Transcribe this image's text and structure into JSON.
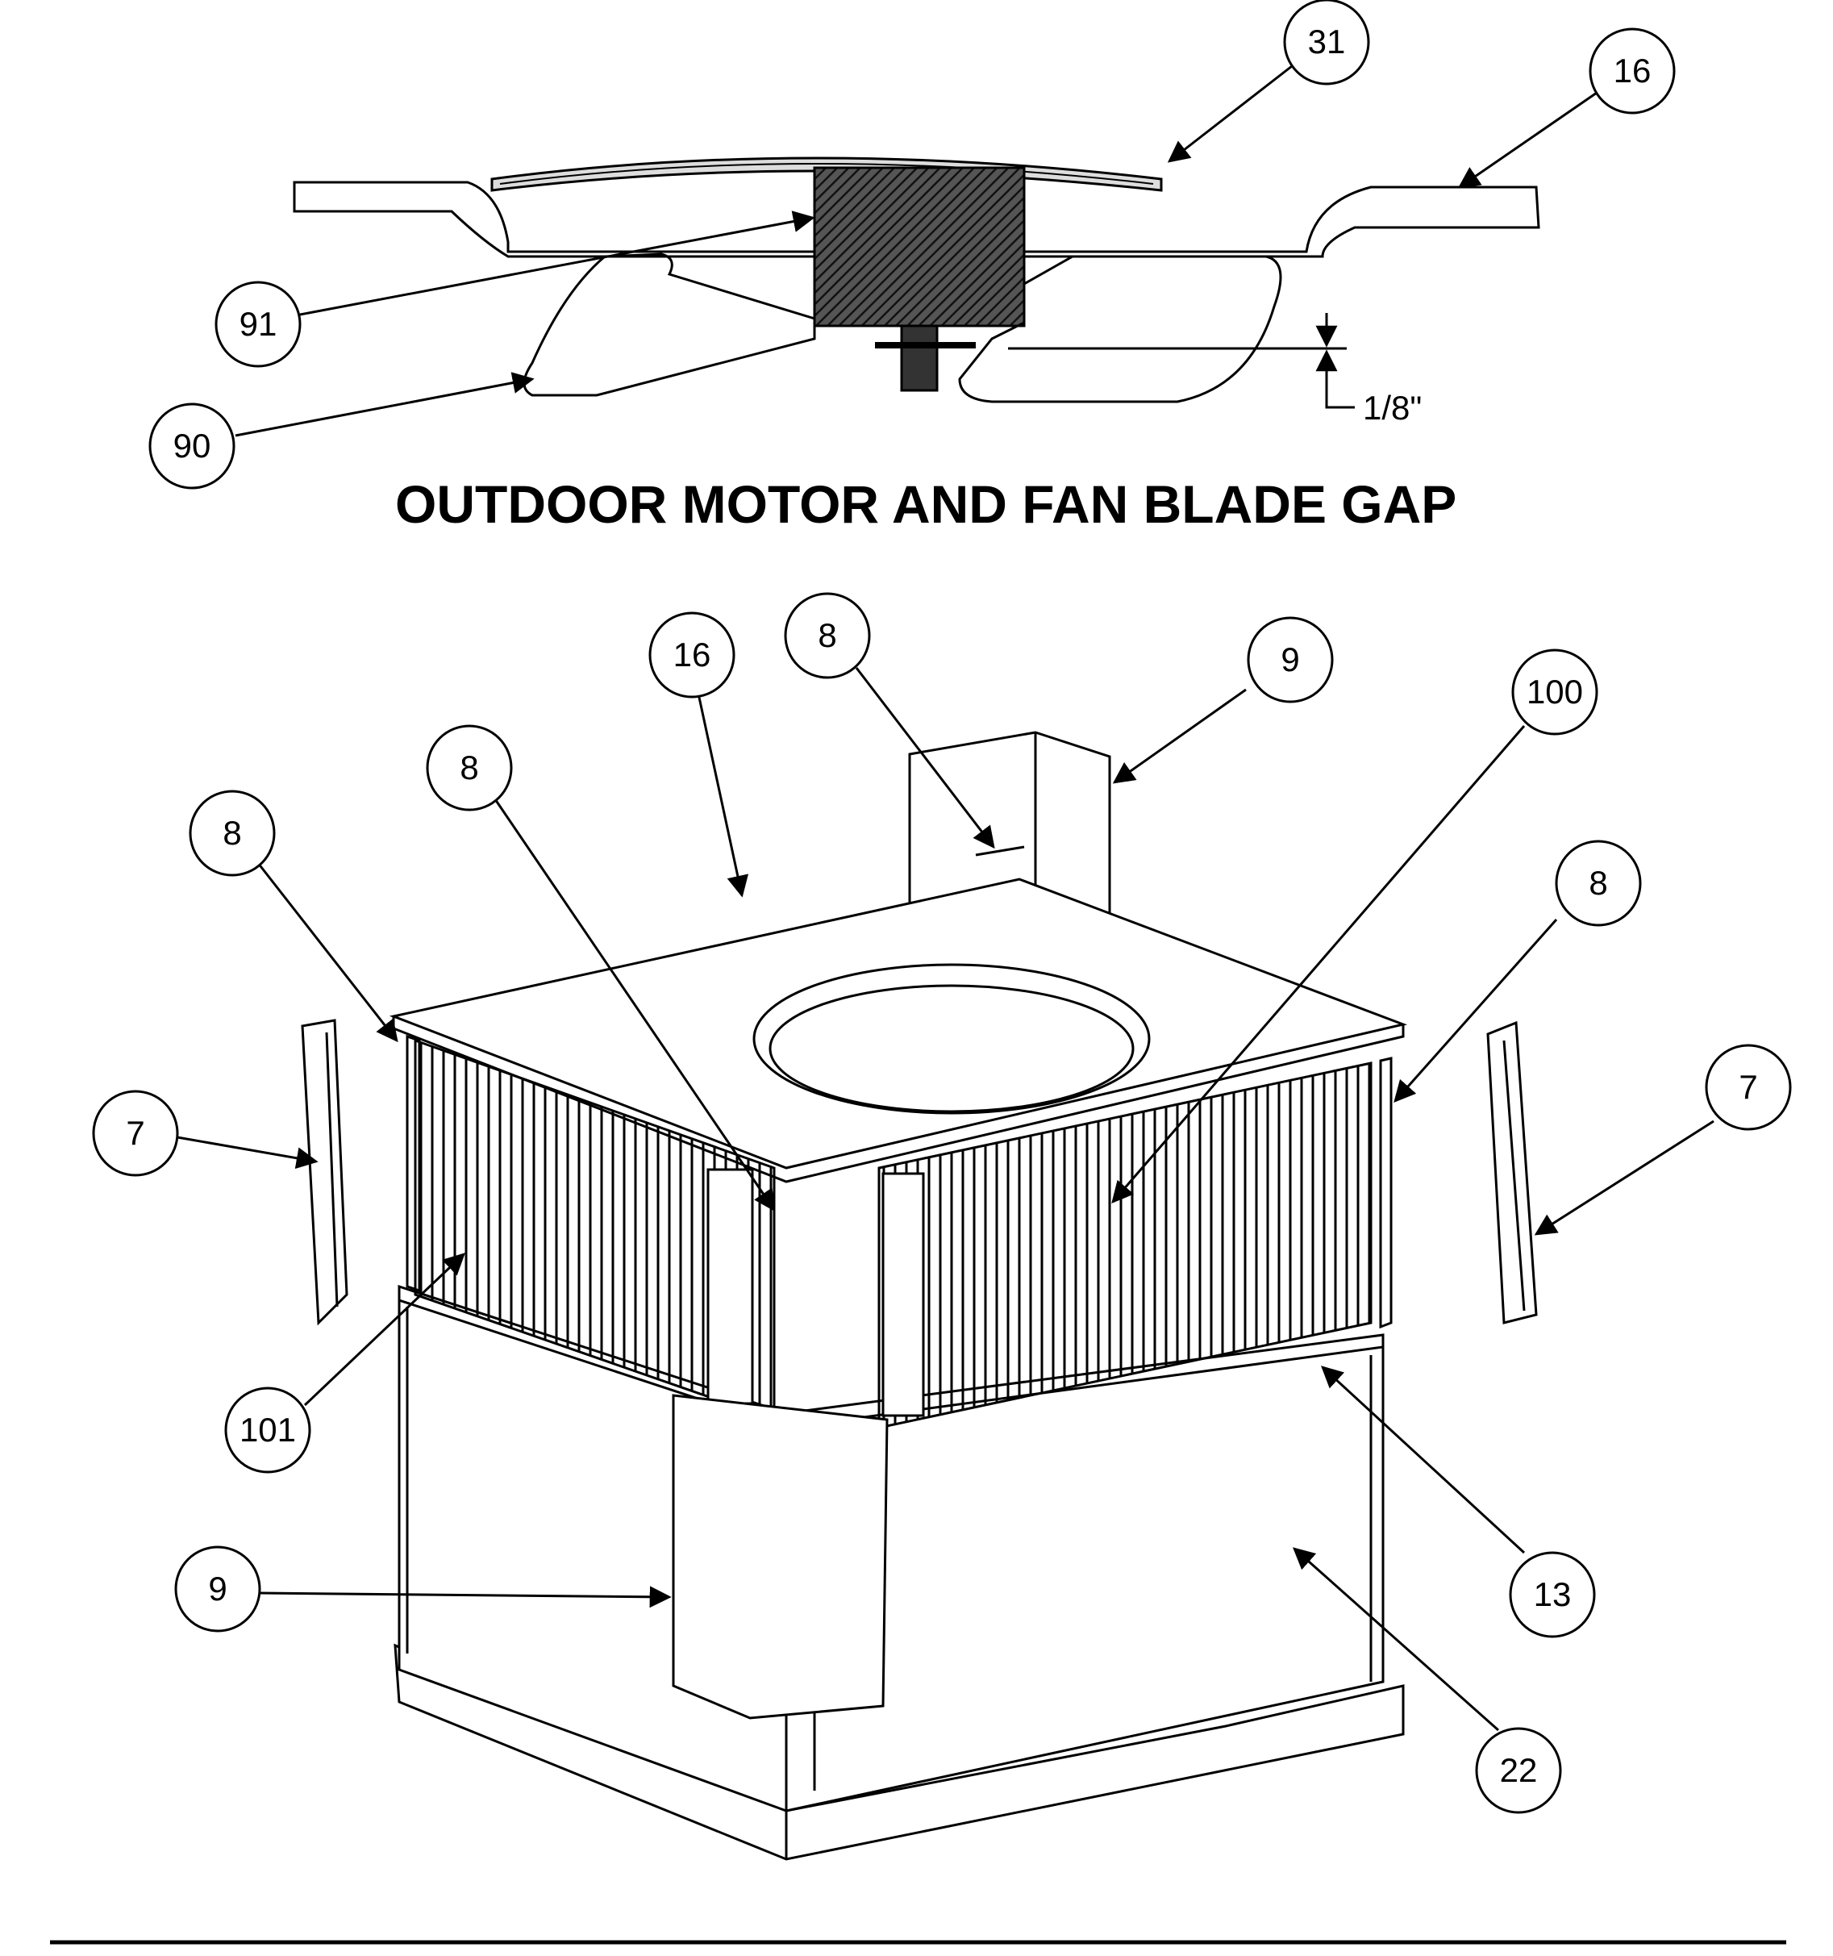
{
  "title": "OUTDOOR MOTOR AND FAN BLADE GAP",
  "dimension": "1/8\"",
  "callouts": [
    {
      "id": "c-31-top",
      "label": "31"
    },
    {
      "id": "c-16-top",
      "label": "16"
    },
    {
      "id": "c-91",
      "label": "91"
    },
    {
      "id": "c-90",
      "label": "90"
    },
    {
      "id": "c-16",
      "label": "16"
    },
    {
      "id": "c-8-a",
      "label": "8"
    },
    {
      "id": "c-9-top",
      "label": "9"
    },
    {
      "id": "c-100",
      "label": "100"
    },
    {
      "id": "c-8-b",
      "label": "8"
    },
    {
      "id": "c-8-c",
      "label": "8"
    },
    {
      "id": "c-8-d",
      "label": "8"
    },
    {
      "id": "c-7-left",
      "label": "7"
    },
    {
      "id": "c-7-right",
      "label": "7"
    },
    {
      "id": "c-101",
      "label": "101"
    },
    {
      "id": "c-13",
      "label": "13"
    },
    {
      "id": "c-9-bottom",
      "label": "9"
    },
    {
      "id": "c-22",
      "label": "22"
    }
  ],
  "colors": {
    "ink": "#000000",
    "paper": "#ffffff",
    "motor_hatch": "#333333"
  }
}
